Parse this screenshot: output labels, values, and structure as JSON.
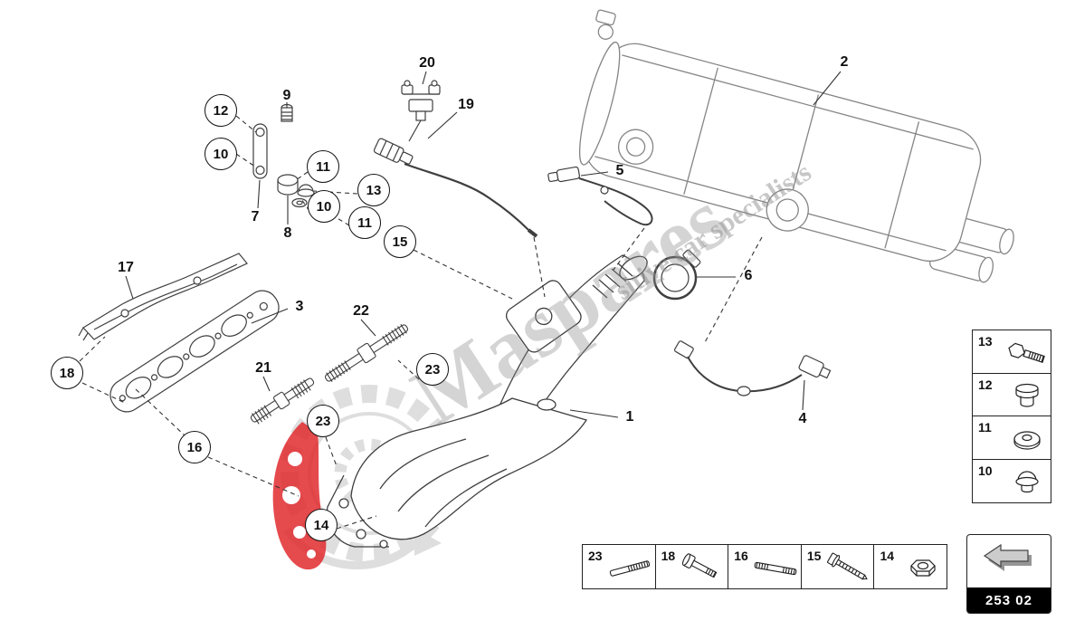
{
  "watermark": {
    "brand": "Maspares",
    "tagline": "sitive car specialists",
    "accent_red": "#e02a2e"
  },
  "callouts": [
    {
      "id": "12"
    },
    {
      "id": "10"
    },
    {
      "id": "11"
    },
    {
      "id": "13"
    },
    {
      "id": "10"
    },
    {
      "id": "11"
    },
    {
      "id": "15"
    },
    {
      "id": "18"
    },
    {
      "id": "23"
    },
    {
      "id": "23"
    },
    {
      "id": "16"
    },
    {
      "id": "14"
    }
  ],
  "labels": [
    {
      "id": "20"
    },
    {
      "id": "9"
    },
    {
      "id": "19"
    },
    {
      "id": "5"
    },
    {
      "id": "2"
    },
    {
      "id": "6"
    },
    {
      "id": "17"
    },
    {
      "id": "3"
    },
    {
      "id": "22"
    },
    {
      "id": "21"
    },
    {
      "id": "7"
    },
    {
      "id": "8"
    },
    {
      "id": "1"
    },
    {
      "id": "4"
    }
  ],
  "side_legend": {
    "items": [
      {
        "number": "13",
        "icon": "hex-bolt-icon"
      },
      {
        "number": "12",
        "icon": "plug-icon"
      },
      {
        "number": "11",
        "icon": "washer-icon"
      },
      {
        "number": "10",
        "icon": "cap-nut-icon"
      }
    ]
  },
  "bottom_legend": {
    "items": [
      {
        "number": "23",
        "icon": "threaded-pin-icon"
      },
      {
        "number": "18",
        "icon": "socket-bolt-icon"
      },
      {
        "number": "16",
        "icon": "stud-icon"
      },
      {
        "number": "15",
        "icon": "long-screw-icon"
      },
      {
        "number": "14",
        "icon": "hex-nut-icon"
      }
    ]
  },
  "part_code": {
    "code": "253 02",
    "icon": "page-arrow-icon"
  }
}
